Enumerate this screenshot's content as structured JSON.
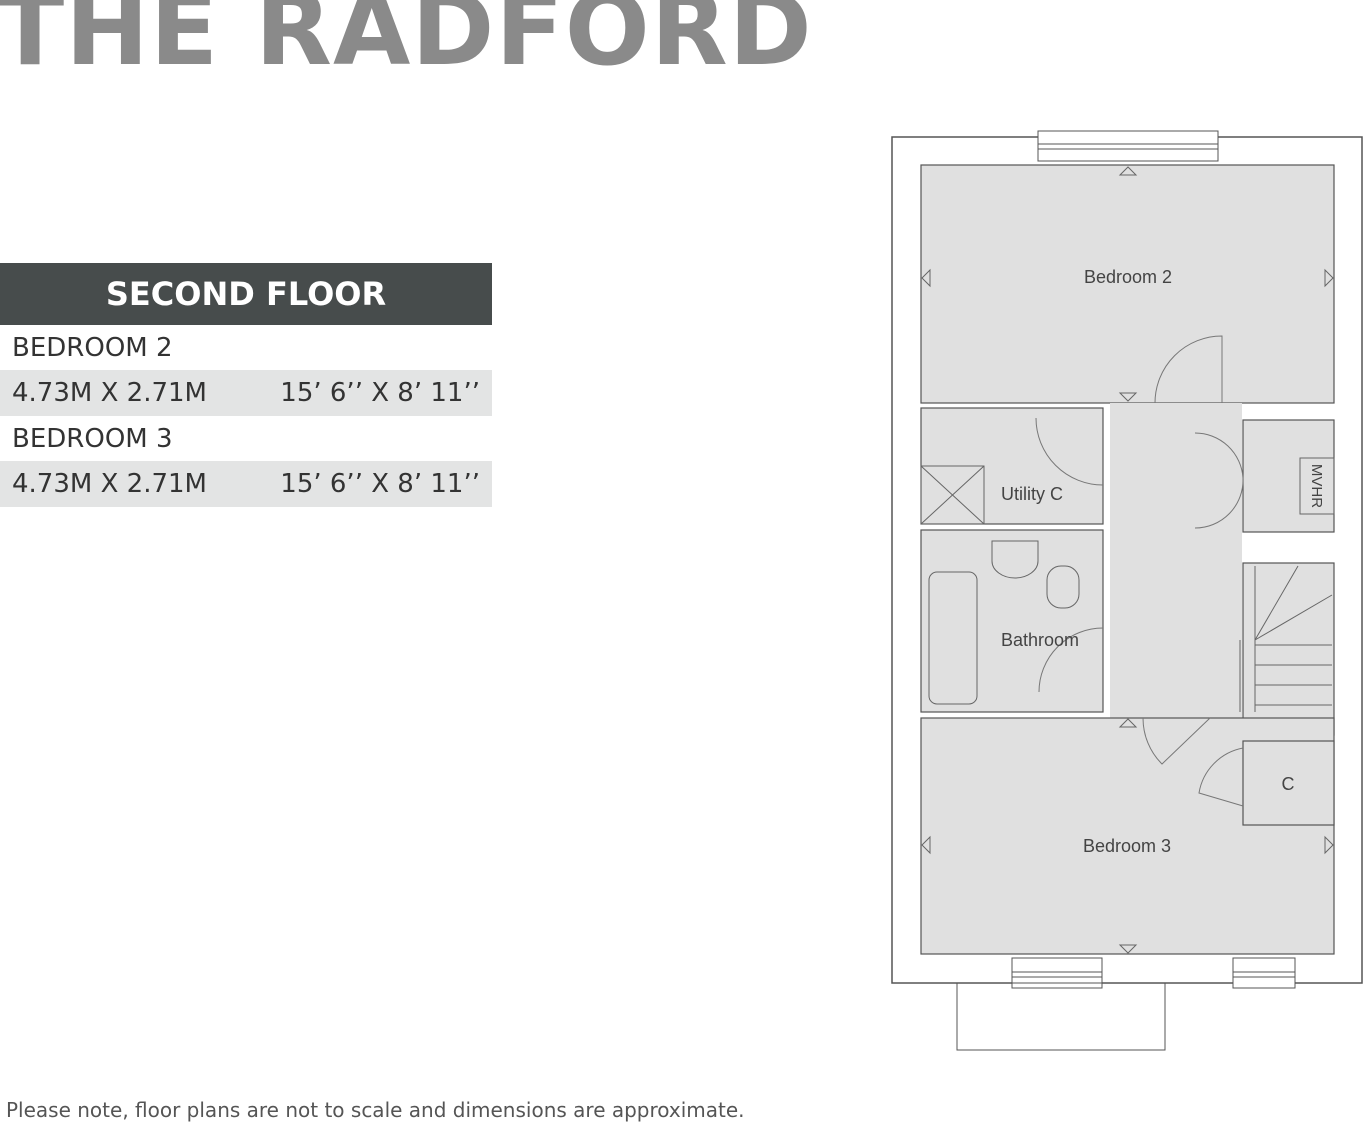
{
  "title": "THE RADFORD",
  "floor_label": "SECOND FLOOR",
  "rooms": [
    {
      "name": "BEDROOM 2",
      "metric": "4.73M X 2.71M",
      "imperial": "15’ 6’’ X 8’ 11’’"
    },
    {
      "name": "BEDROOM 3",
      "metric": "4.73M X 2.71M",
      "imperial": "15’ 6’’ X 8’ 11’’"
    }
  ],
  "plan_labels": {
    "bedroom2": "Bedroom 2",
    "utility": "Utility C",
    "mvhr": "MVHR",
    "bathroom": "Bathroom",
    "cupboard": "C",
    "bedroom3": "Bedroom 3"
  },
  "colors": {
    "wall": "#ffffff",
    "floor": "#e0e0e0",
    "line": "#555555",
    "header": "#474c4c",
    "title": "#8a8a8a"
  },
  "note": "Please note, floor plans are not to scale and dimensions are approximate."
}
